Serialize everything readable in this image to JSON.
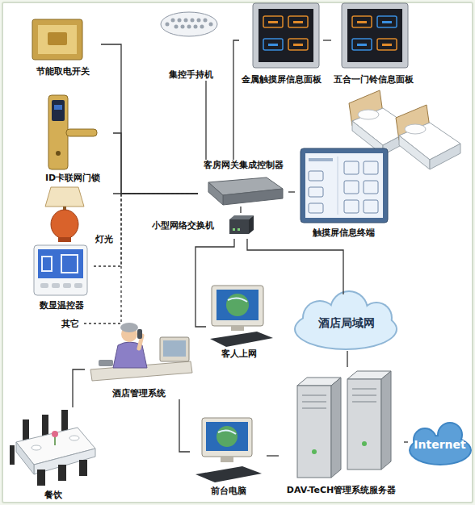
{
  "diagram": {
    "nodes": [
      {
        "text": [
          "节能取电开关"
        ]
      },
      {
        "text": [
          "集控手持机"
        ]
      },
      {
        "text": [
          "金属触摸屏信息面板"
        ]
      },
      {
        "text": [
          "五合一门铃信息面板"
        ]
      },
      {
        "text": [
          "ID卡联网门锁"
        ]
      },
      {
        "text": [
          "客房网关集成控制器"
        ]
      },
      {
        "text": [
          "触摸屏信息终端"
        ]
      },
      {
        "text": [
          "灯光"
        ]
      },
      {
        "text": [
          "小型网络交换机"
        ]
      },
      {
        "text": [
          "数显温控器"
        ]
      },
      {
        "text": [
          "其它"
        ]
      },
      {
        "text": [
          "客人上网"
        ]
      },
      {
        "text": [
          "酒店局域网"
        ]
      },
      {
        "text": [
          "酒店管理系统"
        ]
      },
      {
        "text": [
          "餐饮"
        ]
      },
      {
        "text": [
          "前台电脑"
        ]
      },
      {
        "text": [
          "DAV-TeCH管理系统服务器"
        ]
      },
      {
        "text": [
          "Internet"
        ]
      }
    ],
    "edges": [
      {
        "from": 0,
        "to": 5,
        "arrow": "none"
      },
      {
        "from": 4,
        "to": 5,
        "arrow": "none"
      },
      {
        "from": 7,
        "to": 5,
        "arrow": "none"
      },
      {
        "from": 9,
        "to": 5,
        "arrow": "none"
      },
      {
        "from": 10,
        "to": 5,
        "arrow": "none"
      },
      {
        "from": 1,
        "to": 5,
        "arrow": "none"
      },
      {
        "from": 2,
        "to": 5,
        "arrow": "none"
      },
      {
        "from": 3,
        "to": 2,
        "arrow": "none"
      },
      {
        "from": 5,
        "to": 6,
        "arrow": "none"
      },
      {
        "from": 5,
        "to": 8,
        "arrow": "none"
      },
      {
        "from": 8,
        "to": 11,
        "arrow": "none"
      },
      {
        "from": 8,
        "to": 12,
        "arrow": "none"
      },
      {
        "from": 12,
        "to": 16,
        "arrow": "none"
      },
      {
        "from": 13,
        "to": 14,
        "arrow": "none"
      },
      {
        "from": 13,
        "to": 15,
        "arrow": "none"
      },
      {
        "from": 15,
        "to": 16,
        "arrow": "none"
      },
      {
        "from": 16,
        "to": 17,
        "arrow": "none"
      }
    ]
  }
}
